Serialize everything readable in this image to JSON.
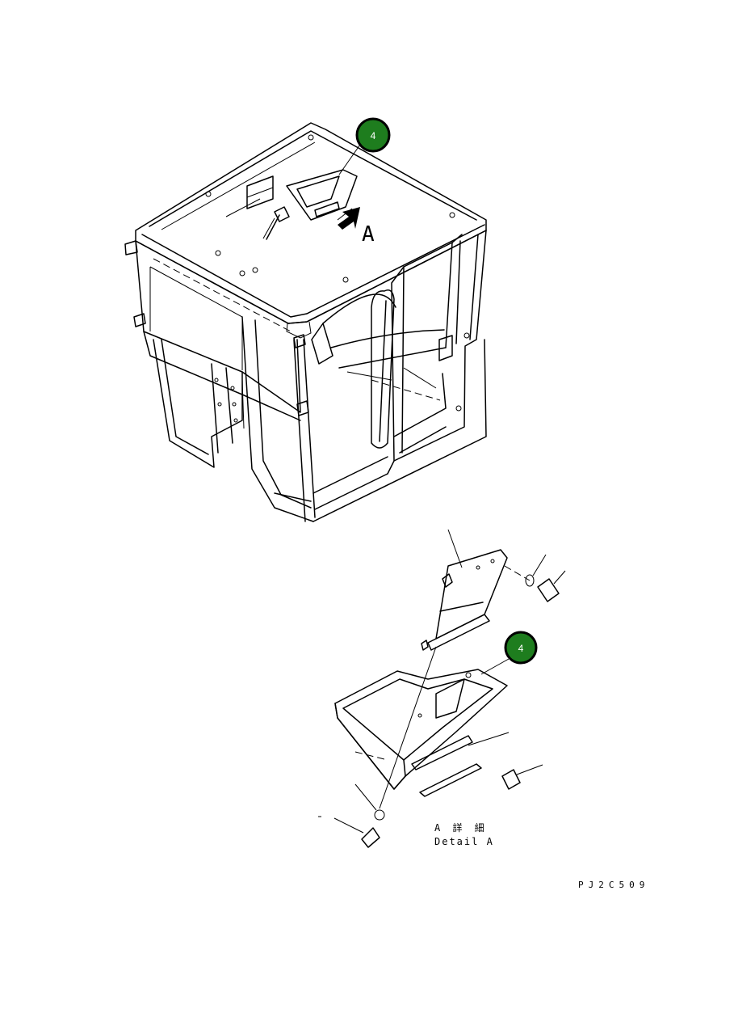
{
  "callouts": {
    "part_number_top": "4",
    "part_number_detail": "4"
  },
  "view_arrow_label": "A",
  "detail_caption": {
    "japanese": "A 詳 細",
    "english": "Detail A"
  },
  "drawing_code": "PJ2C509",
  "colors": {
    "callout_fill": "#1e7d1e",
    "callout_ring": "#000000",
    "line": "#000000",
    "background": "#ffffff"
  }
}
